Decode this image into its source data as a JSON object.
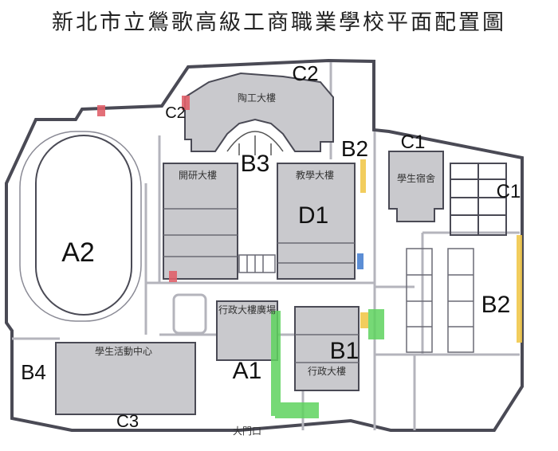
{
  "title": "新北市立鶯歌高級工商職業學校平面配置圖",
  "zones": {
    "a1": "A1",
    "a2": "A2",
    "b1": "B1",
    "b2_top": "B2",
    "b2_right": "B2",
    "b3": "B3",
    "b4": "B4",
    "c1_top": "C1",
    "c1_right": "C1",
    "c2_top": "C2",
    "c2_left": "C2",
    "c3": "C3",
    "d1": "D1"
  },
  "buildings": {
    "ceramics": "陶工大樓",
    "research": "開研大樓",
    "teaching": "教學大樓",
    "dorm": "學生宿舍",
    "admin_plaza": "行政大樓廣場",
    "admin": "行政大樓",
    "activity_center": "學生活動中心",
    "gate": "大門口"
  },
  "colors": {
    "building_fill": "#c9c9cd",
    "wall": "#4a4a55",
    "road": "#b4b4bc",
    "green_zone": "#5fd35f",
    "yellow_zone": "#f1c84b",
    "red_zone": "#e0606a",
    "blue_zone": "#4a82d0"
  }
}
